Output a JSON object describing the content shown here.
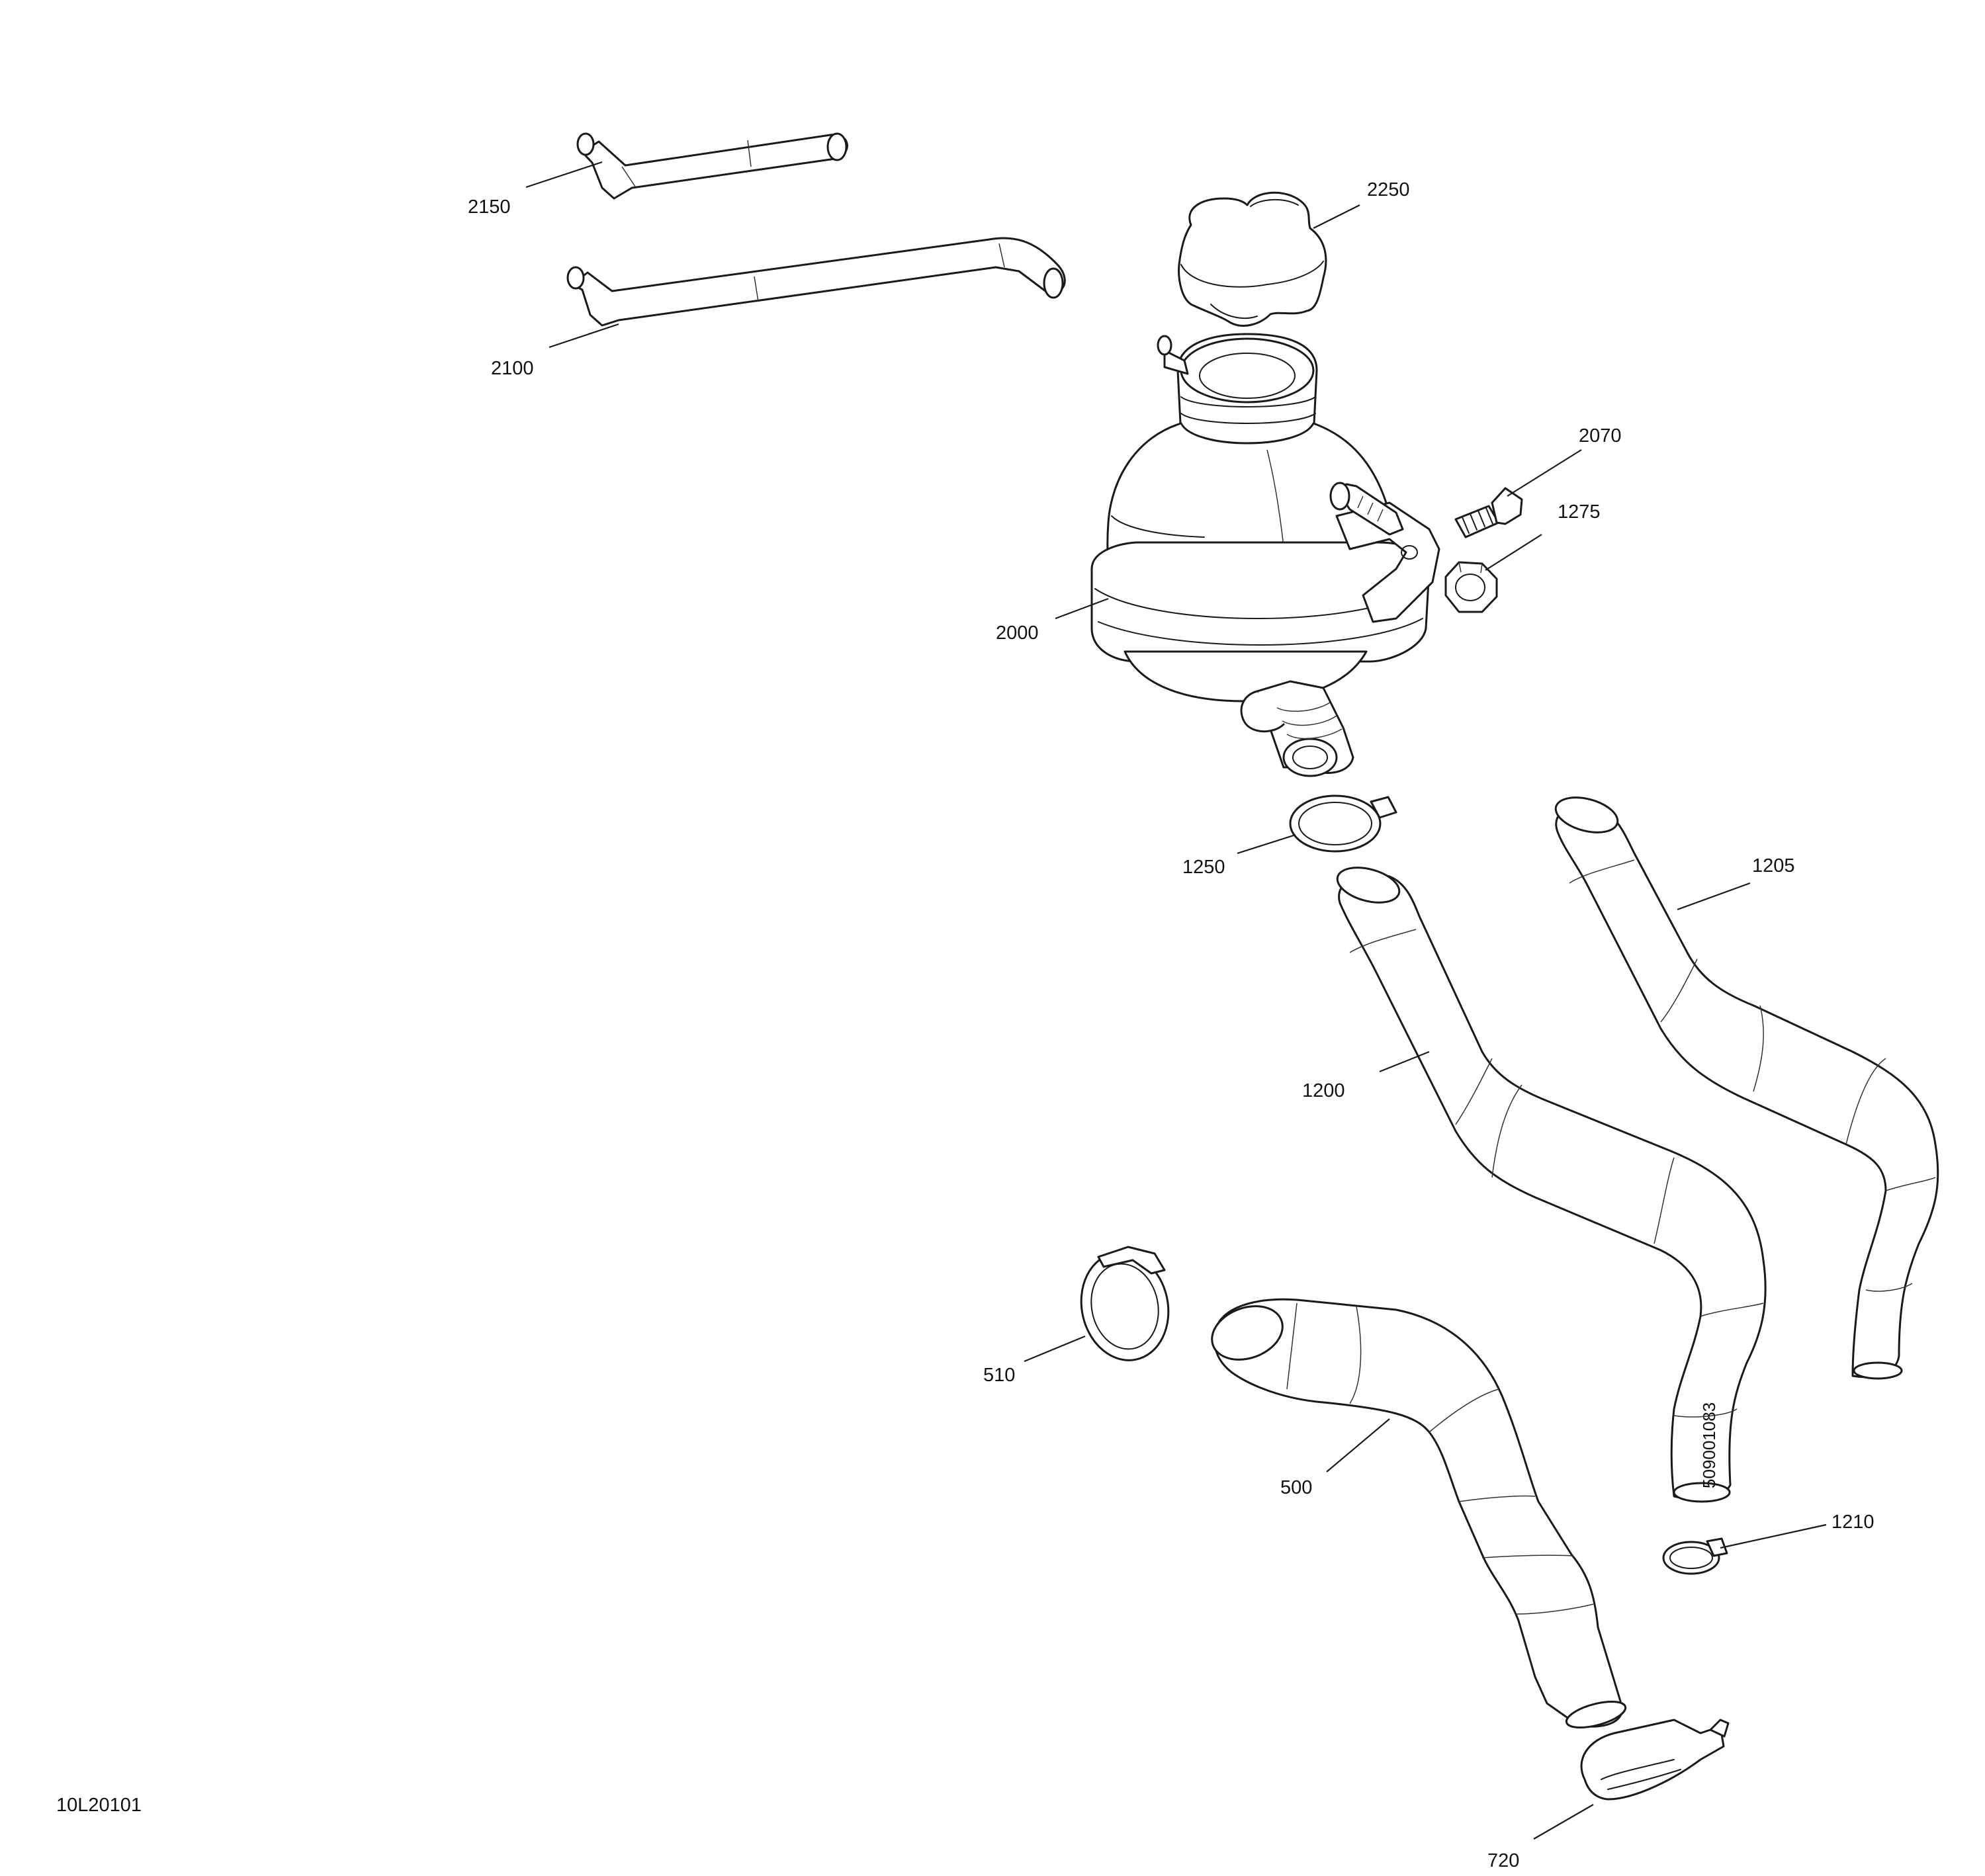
{
  "diagram": {
    "drawing_id": "10L20101",
    "hose_marking": "509001083",
    "callouts": {
      "p2150": "2150",
      "p2100": "2100",
      "p2250": "2250",
      "p2070": "2070",
      "p1275": "1275",
      "p2000": "2000",
      "p1250": "1250",
      "p1205": "1205",
      "p1200": "1200",
      "p510": "510",
      "p500": "500",
      "p1210": "1210",
      "p720": "720"
    }
  }
}
